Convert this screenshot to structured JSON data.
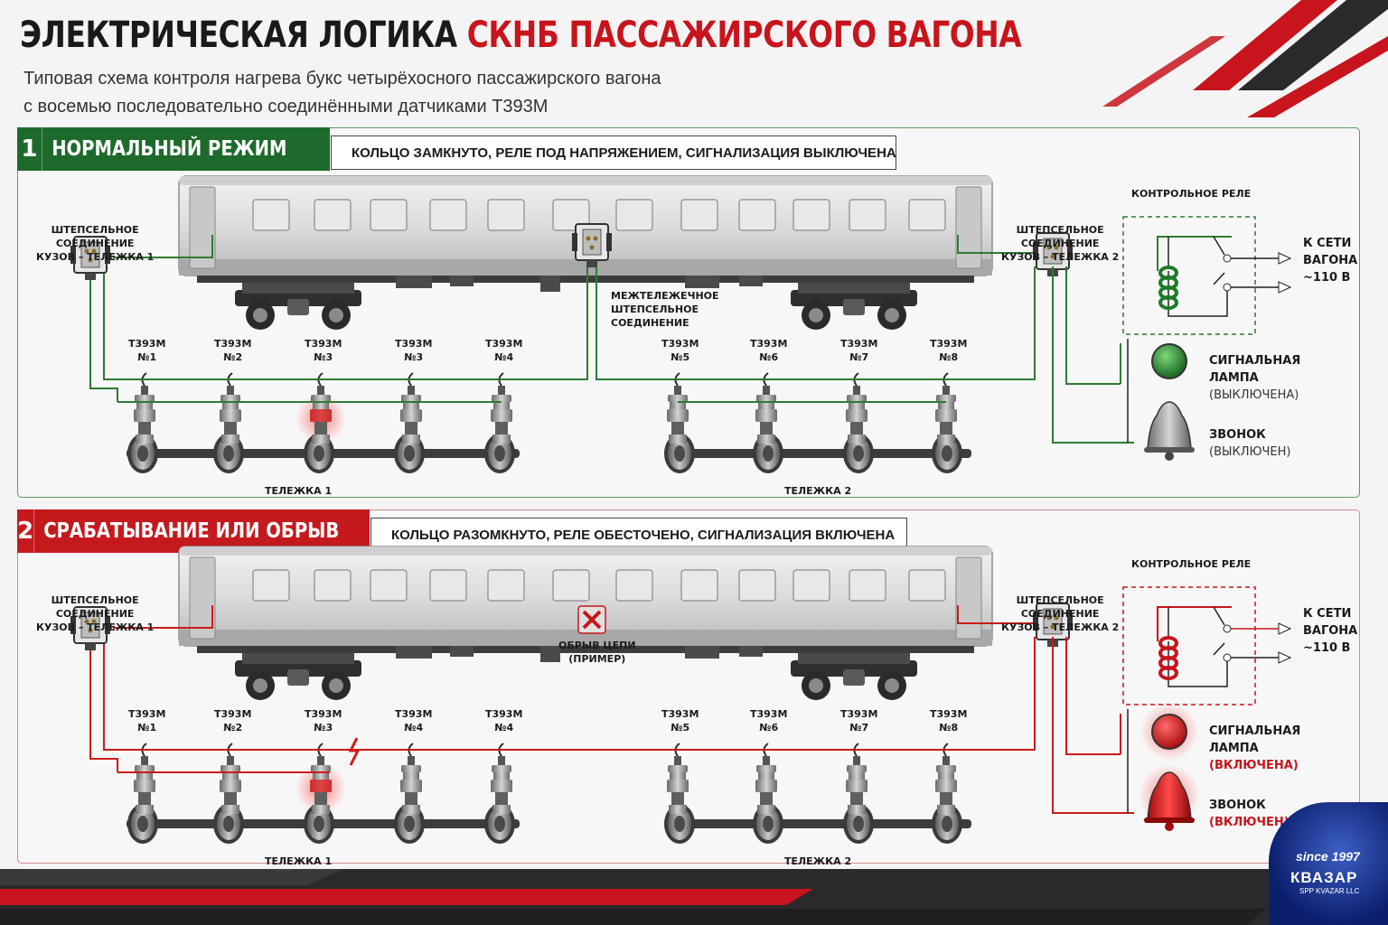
{
  "header": {
    "title_black": "ЭЛЕКТРИЧЕСКАЯ ЛОГИКА",
    "title_red": "СКНБ ПАССАЖИРСКОГО ВАГОНА",
    "subtitle_line1": "Типовая схема контроля нагрева букс четырёхосного пассажирского вагона",
    "subtitle_line2": "с восемью последовательно соединёнными датчиками Т393М"
  },
  "panel1": {
    "number": "1",
    "mode": "НОРМАЛЬНЫЙ РЕЖИМ",
    "state": "КОЛЬЦО ЗАМКНУТО, РЕЛЕ ПОД НАПРЯЖЕНИЕМ, СИГНАЛИЗАЦИЯ ВЫКЛЮЧЕНА",
    "plug_left": [
      "ШТЕПСЕЛЬНОЕ",
      "СОЕДИНЕНИЕ",
      "КУЗОВ – ТЕЛЕЖКА 1"
    ],
    "plug_right": [
      "ШТЕПСЕЛЬНОЕ",
      "СОЕДИНЕНИЕ",
      "КУЗОВ – ТЕЛЕЖКА 2"
    ],
    "plug_middle": [
      "МЕЖТЕЛЕЖЕЧНОЕ",
      "ШТЕПСЕЛЬНОЕ",
      "СОЕДИНЕНИЕ"
    ],
    "sensors": [
      {
        "type": "Т393М",
        "num": "№1"
      },
      {
        "type": "Т393М",
        "num": "№2"
      },
      {
        "type": "Т393М",
        "num": "№3"
      },
      {
        "type": "Т393М",
        "num": "№3"
      },
      {
        "type": "Т393М",
        "num": "№4"
      },
      {
        "type": "Т393М",
        "num": "№5"
      },
      {
        "type": "Т393М",
        "num": "№6"
      },
      {
        "type": "Т393М",
        "num": "№7"
      },
      {
        "type": "Т393М",
        "num": "№8"
      }
    ],
    "bogie1": "ТЕЛЕЖКА 1",
    "bogie2": "ТЕЛЕЖКА 2",
    "relay_title": "КОНТРОЛЬНОЕ РЕЛЕ",
    "network": [
      "К СЕТИ",
      "ВАГОНА",
      "~110 В"
    ],
    "lamp_label": [
      "СИГНАЛЬНАЯ",
      "ЛАМПА"
    ],
    "lamp_state": "(ВЫКЛЮЧЕНА)",
    "bell_label": "ЗВОНОК",
    "bell_state": "(ВЫКЛЮЧЕН)"
  },
  "panel2": {
    "number": "2",
    "mode": "СРАБАТЫВАНИЕ ИЛИ ОБРЫВ",
    "state": "КОЛЬЦО РАЗОМКНУТО, РЕЛЕ ОБЕСТОЧЕНО, СИГНАЛИЗАЦИЯ ВКЛЮЧЕНА",
    "plug_left": [
      "ШТЕПСЕЛЬНОЕ",
      "СОЕДИНЕНИЕ",
      "КУЗОВ – ТЕЛЕЖКА 1"
    ],
    "plug_right": [
      "ШТЕПСЕЛЬНОЕ",
      "СОЕДИНЕНИЕ",
      "КУЗОВ – ТЕЛЕЖКА 2"
    ],
    "break_label": [
      "ОБРЫВ ЦЕПИ",
      "(ПРИМЕР)"
    ],
    "sensors": [
      {
        "type": "Т393М",
        "num": "№1"
      },
      {
        "type": "Т393М",
        "num": "№2"
      },
      {
        "type": "Т393М",
        "num": "№3"
      },
      {
        "type": "Т393М",
        "num": "№4"
      },
      {
        "type": "Т393М",
        "num": "№4"
      },
      {
        "type": "Т393М",
        "num": "№5"
      },
      {
        "type": "Т393М",
        "num": "№6"
      },
      {
        "type": "Т393М",
        "num": "№7"
      },
      {
        "type": "Т393М",
        "num": "№8"
      }
    ],
    "bogie1": "ТЕЛЕЖКА 1",
    "bogie2": "ТЕЛЕЖКА 2",
    "relay_title": "КОНТРОЛЬНОЕ РЕЛЕ",
    "network": [
      "К СЕТИ",
      "ВАГОНА",
      "~110 В"
    ],
    "lamp_label": [
      "СИГНАЛЬНАЯ",
      "ЛАМПА"
    ],
    "lamp_state": "(ВКЛЮЧЕНА)",
    "bell_label": "ЗВОНОК",
    "bell_state": "(ВКЛЮЧЕН)"
  },
  "logo": {
    "since": "since 1997",
    "brand": "КВАЗАР",
    "company": "SPP KVAZAR LLC"
  },
  "colors": {
    "green_wire": "#2f7a33",
    "red_wire": "#cc1a1a",
    "accent_red": "#c8141c",
    "accent_green": "#1e6a2c"
  }
}
